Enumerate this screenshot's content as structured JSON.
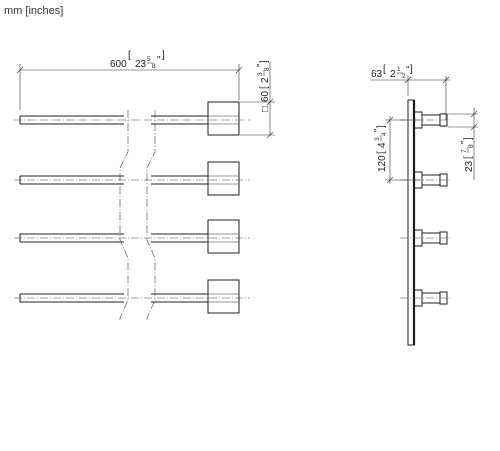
{
  "units_caption": "mm [inches]",
  "front_view": {
    "width_mm": "600",
    "width_in_whole": "23",
    "width_in_num": "5",
    "width_in_den": "8",
    "square_symbol": "□",
    "square_mm": "60",
    "square_in_whole": "2",
    "square_in_num": "3",
    "square_in_den": "8",
    "bar_count": 4
  },
  "side_view": {
    "depth_mm": "63",
    "depth_in_whole": "2",
    "depth_in_num": "1",
    "depth_in_den": "2",
    "spacing_mm": "120",
    "spacing_in_whole": "4",
    "spacing_in_num": "3",
    "spacing_in_den": "4",
    "diameter_mm": "23",
    "diameter_in_num": "7",
    "diameter_in_den": "8"
  }
}
